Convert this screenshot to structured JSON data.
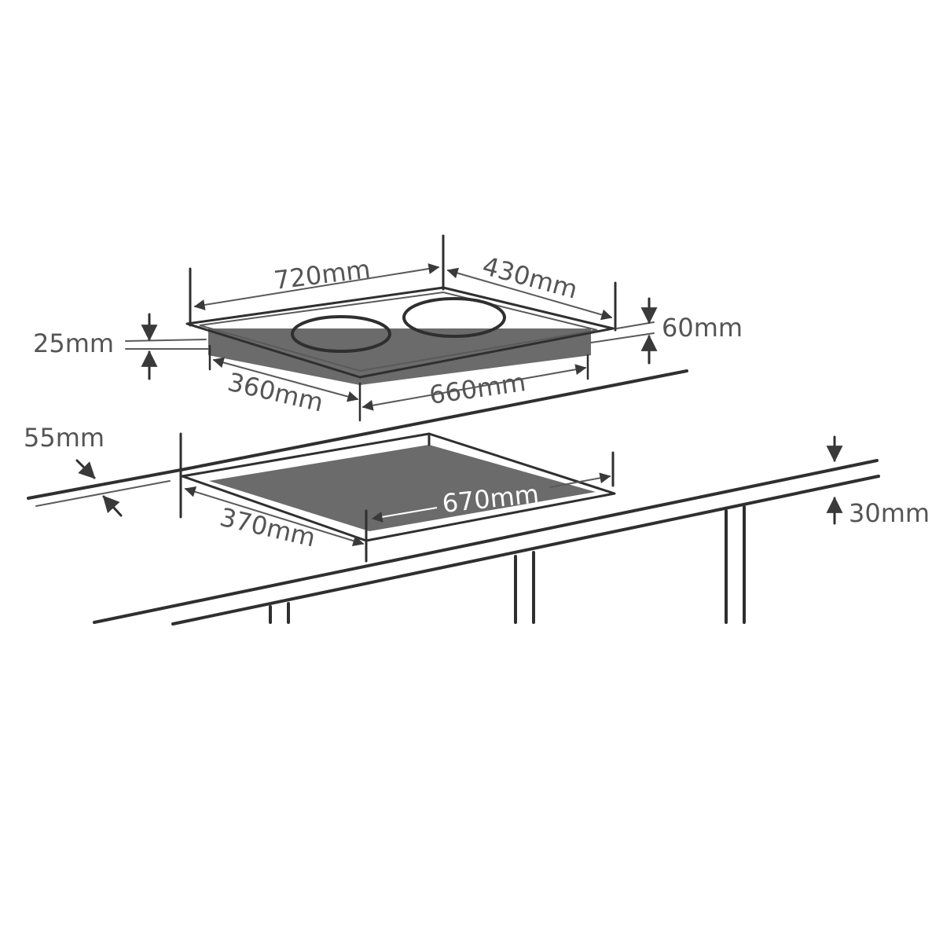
{
  "colors": {
    "line": "#2f2f2f",
    "label": "#555555",
    "cutout_fill": "#6b6b6b",
    "hob_edge_fill": "#6b6b6b",
    "background": "#ffffff"
  },
  "hob": {
    "burners": 2,
    "dimensions": {
      "width": "720mm",
      "depth": "430mm",
      "height": "60mm",
      "glass_thickness": "25mm",
      "base_depth": "360mm",
      "base_width": "660mm"
    }
  },
  "cutout": {
    "dimensions": {
      "front_clearance": "55mm",
      "width": "670mm",
      "depth": "370mm",
      "worktop_thickness": "30mm"
    }
  }
}
